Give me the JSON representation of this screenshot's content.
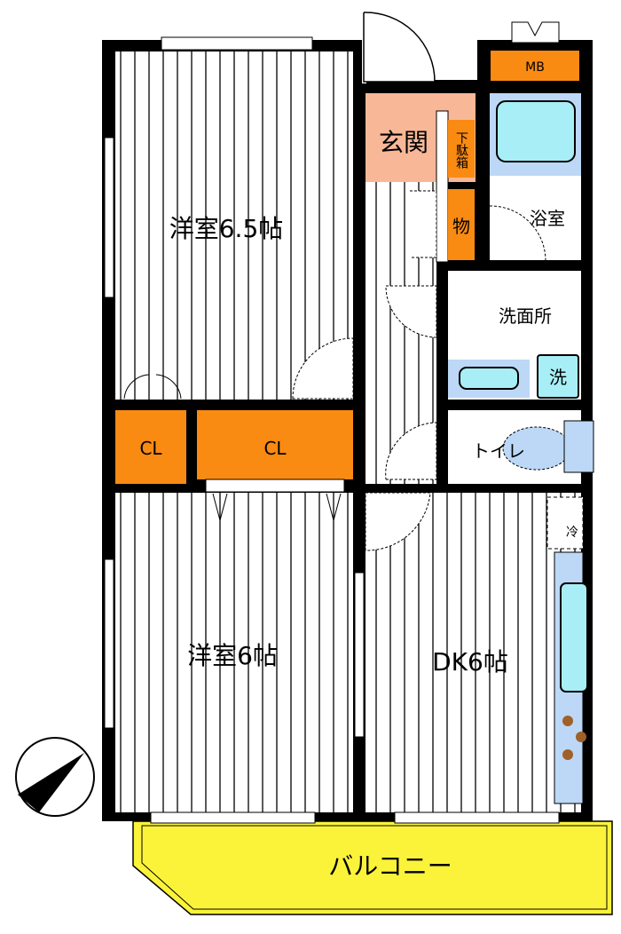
{
  "rooms": {
    "western_room_1": "洋室6.5帖",
    "western_room_2": "洋室6帖",
    "dining_kitchen": "DK6帖",
    "closet_left": "CL",
    "closet_right": "CL",
    "entrance": "玄関",
    "shoe_box": "下駄箱",
    "storage": "物",
    "bathroom": "浴室",
    "washroom": "洗面所",
    "washing_machine": "洗",
    "toilet": "トイレ",
    "meter_box": "MB",
    "refrigerator": "冷",
    "balcony": "バルコニー"
  },
  "colors": {
    "storage_orange": "#f98a12",
    "entrance_salmon": "#f8b898",
    "fixture_blue": "#bcd8f6",
    "fixture_cyan": "#a8eef6",
    "balcony_yellow": "#fbf33a",
    "wall": "#000000"
  }
}
